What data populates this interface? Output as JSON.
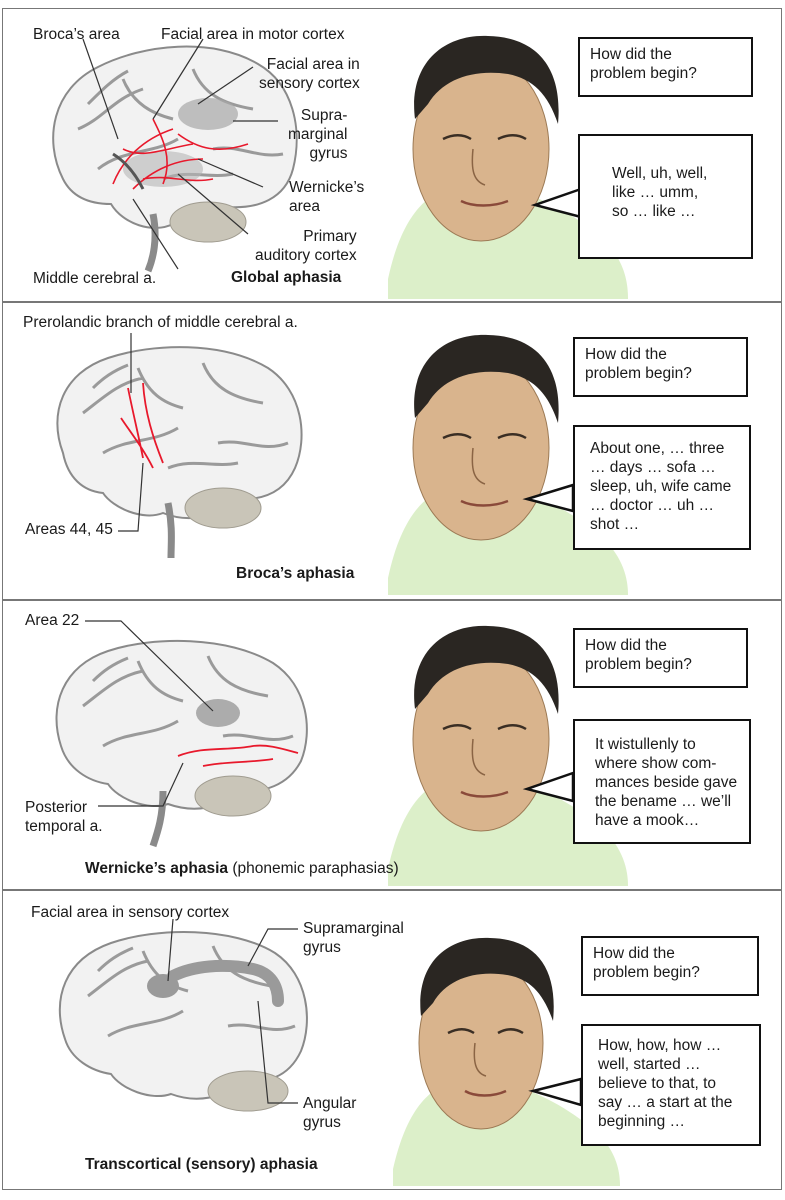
{
  "panels": [
    {
      "caption": "Global aphasia",
      "caption_note": "",
      "labels": {
        "broca": "Broca’s area",
        "facial_motor": "Facial area in motor cortex",
        "facial_sensory": "Facial area in\nsensory cortex",
        "supramarginal": "Supra-\nmarginal\ngyrus",
        "wernicke": "Wernicke’s\narea",
        "auditory": "Primary\nauditory cortex",
        "mca": "Middle cerebral a."
      },
      "question": "How did the\nproblem begin?",
      "answer": "Well, uh, well,\nlike … umm,\nso … like …"
    },
    {
      "caption": "Broca’s aphasia",
      "caption_note": "",
      "labels": {
        "prerolandic": "Prerolandic branch of middle cerebral a.",
        "areas": "Areas 44, 45"
      },
      "question": "How did the\nproblem begin?",
      "answer": "About one, … three\n… days … sofa …\nsleep, uh, wife came\n… doctor … uh …\nshot …"
    },
    {
      "caption": "Wernicke’s aphasia",
      "caption_note": " (phonemic paraphasias)",
      "labels": {
        "area22": "Area 22",
        "posterior": "Posterior\ntemporal a."
      },
      "question": "How did the\nproblem begin?",
      "answer": "It wistullenly to\nwhere show com-\nmances beside gave\nthe bename … we’ll\nhave a mook…"
    },
    {
      "caption": "Transcortical (sensory) aphasia",
      "caption_note": "",
      "labels": {
        "facial_sensory": "Facial area in sensory cortex",
        "supramarginal": "Supramarginal\ngyrus",
        "angular": "Angular\ngyrus"
      },
      "question": "How did the\nproblem begin?",
      "answer": "How, how, how …\nwell, started …\nbelieve to that, to\nsay … a start at the\nbeginning …"
    }
  ],
  "colors": {
    "artery_red": "#e8192c",
    "cortex_gray": "#8f8f8f",
    "highlight_gray": "#9a9a9a",
    "skin": "#d9b48d",
    "hair": "#2a2622",
    "shirt": "#dcefc9"
  }
}
